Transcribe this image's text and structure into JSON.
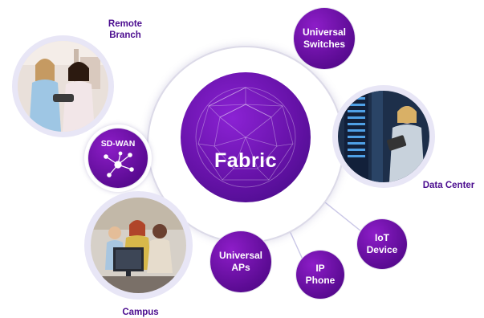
{
  "hub": {
    "label": "Fabric"
  },
  "satellites": {
    "remote_branch": "Remote\nBranch",
    "sd_wan": "SD-WAN",
    "campus": "Campus",
    "universal_switches": "Universal\nSwitches",
    "data_center": "Data Center",
    "iot_device": "IoT\nDevice",
    "ip_phone": "IP\nPhone",
    "universal_aps": "Universal\nAPs"
  },
  "colors": {
    "brand_purple": "#5b0b93",
    "caption_purple": "#4b0d8f",
    "ring_lavender": "#e8e6f6"
  },
  "icons": {
    "sd_wan": "network-topology-icon",
    "hub_pattern": "geodesic-sphere-icon"
  }
}
